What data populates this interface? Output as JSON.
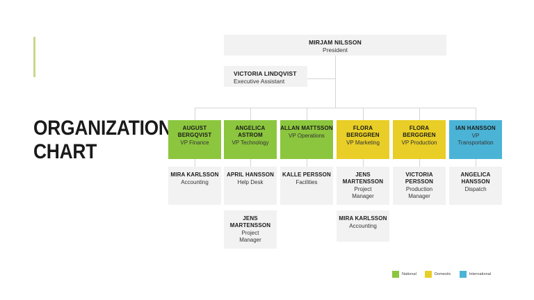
{
  "slide": {
    "title": "Organization\nChart",
    "accent_color": "#c5d98a",
    "background": "#ffffff"
  },
  "colors": {
    "green": "#8cc63e",
    "yellow": "#e8ce26",
    "blue": "#4bb4d6",
    "grey": "#f2f2f2",
    "line": "#d4d4d4",
    "text": "#1a1a1a"
  },
  "org": {
    "president": {
      "name": "Mirjam Nilsson",
      "title": "President"
    },
    "assistant": {
      "name": "Victoria Lindqvist",
      "title": "Executive Assistant"
    },
    "managers": [
      {
        "name": "August\nBergqvist",
        "title": "VP Finance",
        "color": "green"
      },
      {
        "name": "Angelica\nAstrom",
        "title": "VP Technology",
        "color": "green"
      },
      {
        "name": "Allan Mattsson",
        "title": "VP Operations",
        "color": "green"
      },
      {
        "name": "Flora Berggren",
        "title": "VP Marketing",
        "color": "yellow"
      },
      {
        "name": "Flora Berggren",
        "title": "VP Production",
        "color": "yellow"
      },
      {
        "name": "Ian Hansson",
        "title": "VP\nTransportation",
        "color": "blue"
      }
    ],
    "staff": [
      {
        "name": "Mira Karlsson",
        "title": "Accounting"
      },
      {
        "name": "April Hansson",
        "title": "Help Desk"
      },
      {
        "name": "Kalle Persson",
        "title": "Facilities"
      },
      {
        "name": "Jens\nMartensson",
        "title": "Project\nManager"
      },
      {
        "name": "Victoria\nPersson",
        "title": "Production\nManager"
      },
      {
        "name": "Angelica\nHansson",
        "title": "Dispatch"
      }
    ],
    "staff_level3": [
      {
        "column": 2,
        "name": "Jens\nMartensson",
        "title": "Project\nManager"
      },
      {
        "column": 4,
        "name": "Mira Karlsson",
        "title": "Accounting"
      }
    ]
  },
  "legend": {
    "items": [
      {
        "label": "National",
        "color": "#8cc63e"
      },
      {
        "label": "Domestic",
        "color": "#e8ce26"
      },
      {
        "label": "International",
        "color": "#4bb4d6"
      }
    ]
  }
}
